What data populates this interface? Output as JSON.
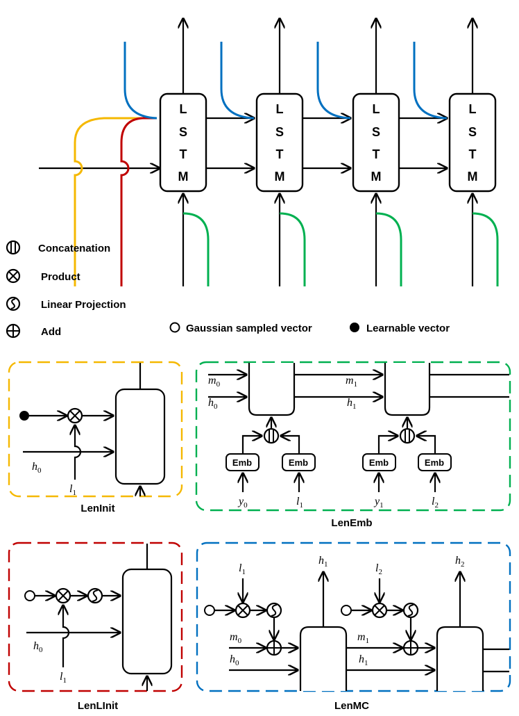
{
  "colors": {
    "yellow": "#F5B800",
    "red": "#C00000",
    "green": "#00B050",
    "blue": "#0070C0",
    "black": "#000000"
  },
  "lstm_letters": [
    "L",
    "S",
    "T",
    "M"
  ],
  "legend": {
    "concat": "Concatenation",
    "product": "Product",
    "linear": "Linear Projection",
    "add": "Add",
    "gauss": "Gaussian sampled vector",
    "learn": "Learnable vector"
  },
  "captions": {
    "leninit": "LenInit",
    "lenemb": "LenEmb",
    "lenlinit": "LenLInit",
    "lenmc": "LenMC"
  },
  "emb_label": "Emb",
  "vars": {
    "h": "h",
    "l": "l",
    "m": "m",
    "y": "y",
    "s0": "0",
    "s1": "1",
    "s2": "2"
  }
}
